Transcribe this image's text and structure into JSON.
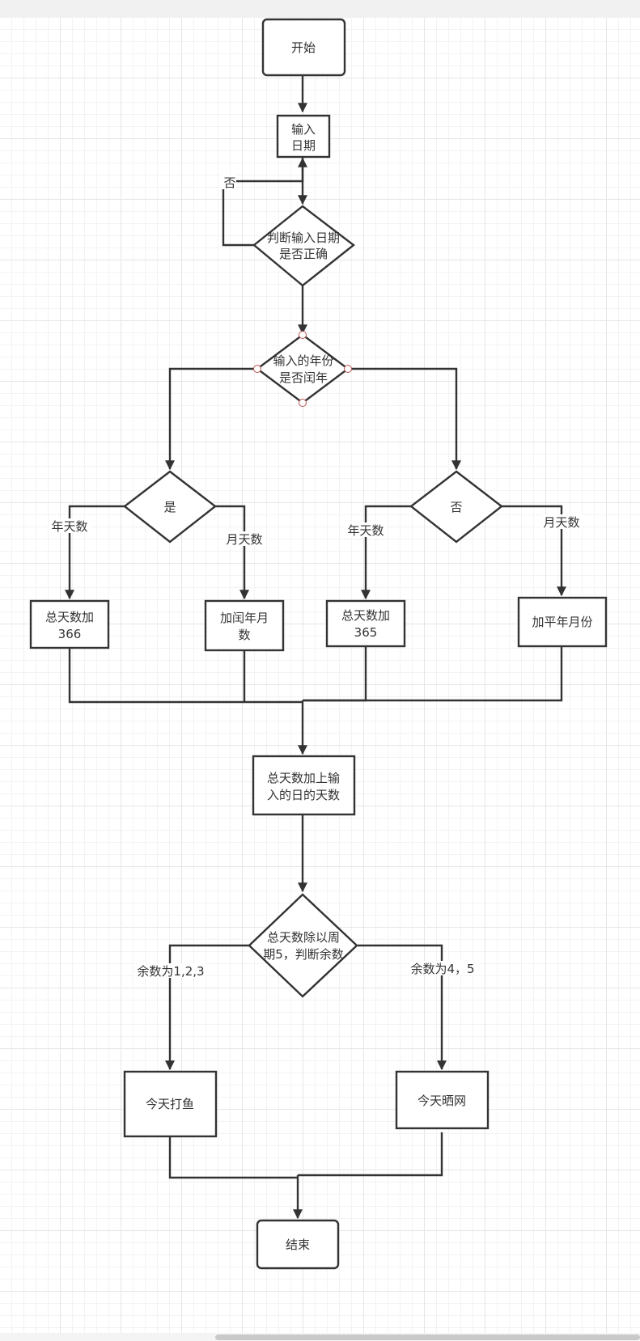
{
  "nodes": {
    "start": "开始",
    "input_date": [
      "输入",
      "日期"
    ],
    "check_date": [
      "判断输入日期",
      "是否正确"
    ],
    "check_leap": [
      "输入的年份",
      "是否闰年"
    ],
    "leap_yes": "是",
    "leap_no": "否",
    "add366": [
      "总天数加",
      "366"
    ],
    "add_leap_month": [
      "加闰年月",
      "数"
    ],
    "add365": [
      "总天数加",
      "365"
    ],
    "add_common_month": "加平年月份",
    "add_input_days": [
      "总天数加上输",
      "入的日的天数"
    ],
    "mod_check": [
      "总天数除以周",
      "期5，判断余数"
    ],
    "fishing": "今天打鱼",
    "drying": "今天晒网",
    "end": "结束"
  },
  "edge_labels": {
    "invalid_date": "否",
    "yes_year_days": "年天数",
    "yes_month_days": "月天数",
    "no_year_days": "年天数",
    "no_month_days": "月天数",
    "remainder_123": "余数为1,2,3",
    "remainder_45": "余数为4，5"
  },
  "colors": {
    "stroke": "#333333",
    "fill": "#ffffff",
    "grid": "#e6e6e6",
    "anchor": "#b85450"
  }
}
